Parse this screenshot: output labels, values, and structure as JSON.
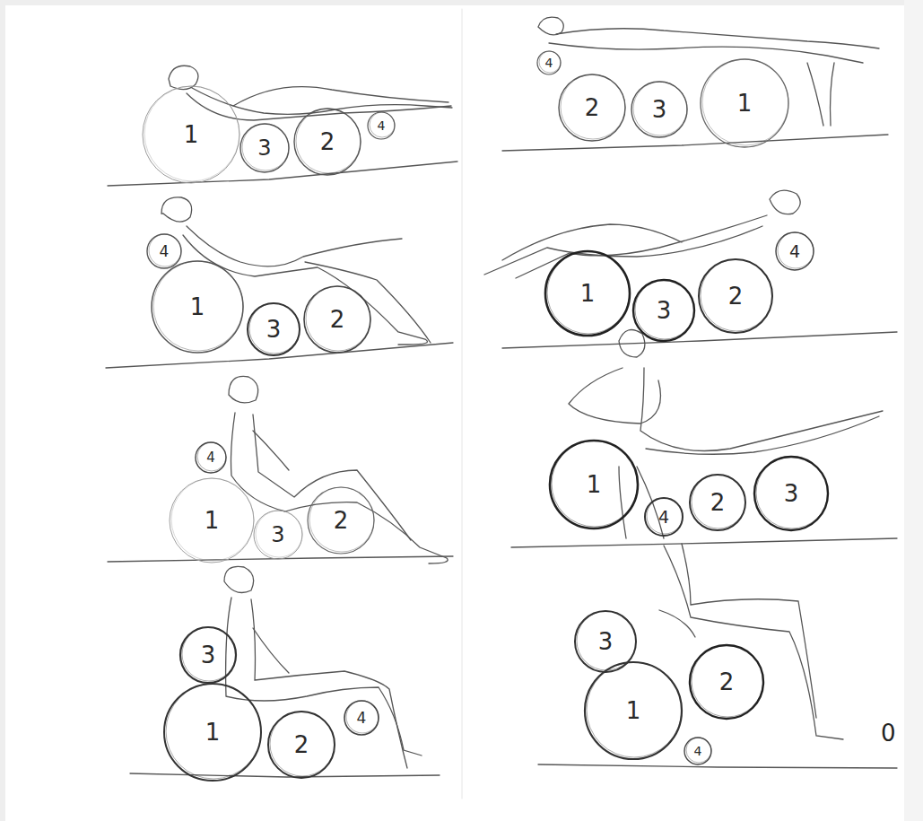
{
  "diagram": {
    "nodes": [
      {
        "text": [
          "1"
        ]
      },
      {
        "text": [
          "3"
        ]
      },
      {
        "text": [
          "2"
        ]
      },
      {
        "text": [
          "4"
        ]
      },
      {
        "text": [
          "4"
        ]
      },
      {
        "text": [
          "2"
        ]
      },
      {
        "text": [
          "3"
        ]
      },
      {
        "text": [
          "1"
        ]
      },
      {
        "text": [
          "4"
        ]
      },
      {
        "text": [
          "1"
        ]
      },
      {
        "text": [
          "3"
        ]
      },
      {
        "text": [
          "2"
        ]
      },
      {
        "text": [
          "1"
        ]
      },
      {
        "text": [
          "3"
        ]
      },
      {
        "text": [
          "2"
        ]
      },
      {
        "text": [
          "4"
        ]
      },
      {
        "text": [
          "4"
        ]
      },
      {
        "text": [
          "1"
        ]
      },
      {
        "text": [
          "3"
        ]
      },
      {
        "text": [
          "2"
        ]
      },
      {
        "text": [
          "1"
        ]
      },
      {
        "text": [
          "4"
        ]
      },
      {
        "text": [
          "2"
        ]
      },
      {
        "text": [
          "3"
        ]
      },
      {
        "text": [
          "3"
        ]
      },
      {
        "text": [
          "1"
        ]
      },
      {
        "text": [
          "2"
        ]
      },
      {
        "text": [
          "4"
        ]
      },
      {
        "text": [
          "3"
        ]
      },
      {
        "text": [
          "1"
        ]
      },
      {
        "text": [
          "4"
        ]
      },
      {
        "text": [
          "2"
        ]
      }
    ],
    "labels": [
      "0"
    ]
  }
}
